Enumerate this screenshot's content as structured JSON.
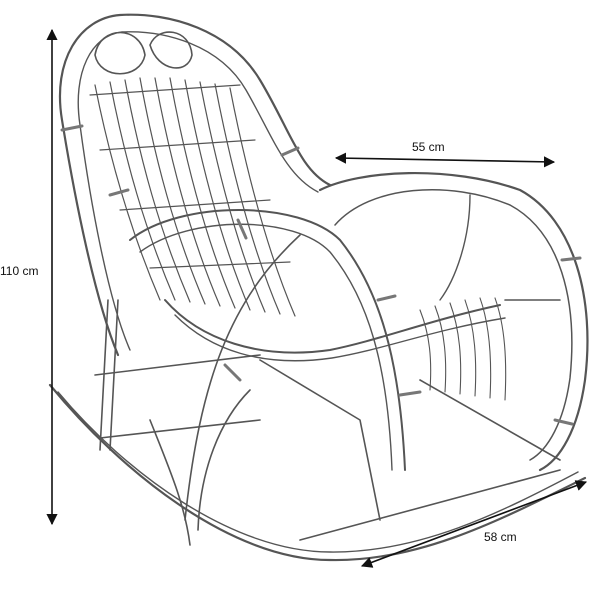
{
  "figure": {
    "subject": "rocking-chair",
    "line_color": "#555555",
    "dimension_color": "#111111"
  },
  "dimensions": {
    "height": "110 cm",
    "depth": "55 cm",
    "width": "58 cm"
  }
}
